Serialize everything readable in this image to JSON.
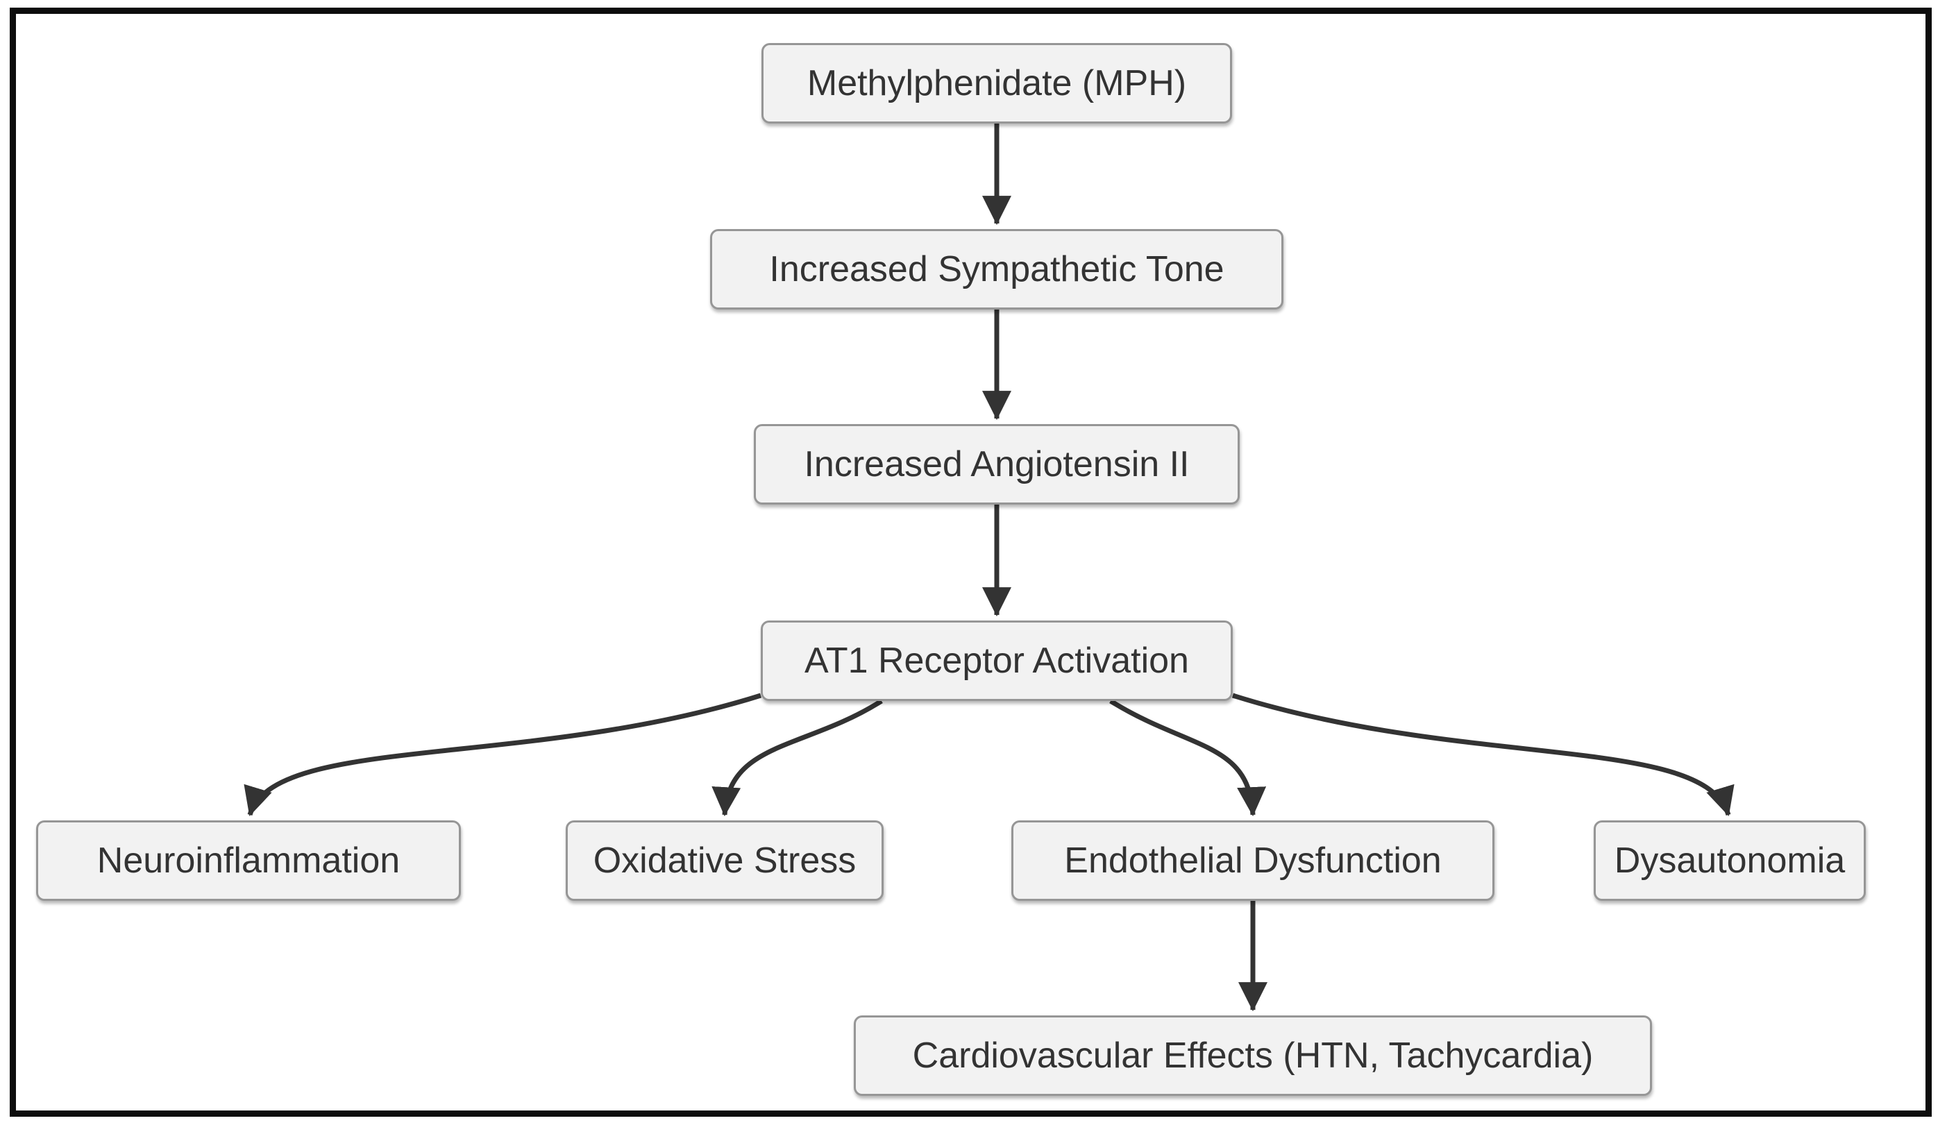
{
  "diagram": {
    "type": "flowchart-top-down",
    "colors": {
      "background": "#ffffff",
      "frame_border": "#0d0d0d",
      "node_fill": "#f2f2f2",
      "node_border": "#969696",
      "node_text": "#333333",
      "arrow": "#333333"
    },
    "nodes": [
      {
        "id": "mph",
        "label": "Methylphenidate (MPH)"
      },
      {
        "id": "sympathetic",
        "label": "Increased Sympathetic Tone"
      },
      {
        "id": "angiotensin",
        "label": "Increased Angiotensin II"
      },
      {
        "id": "at1",
        "label": "AT1 Receptor Activation"
      },
      {
        "id": "neuro",
        "label": "Neuroinflammation"
      },
      {
        "id": "oxidative",
        "label": "Oxidative Stress"
      },
      {
        "id": "endothelial",
        "label": "Endothelial Dysfunction"
      },
      {
        "id": "dysautonomia",
        "label": "Dysautonomia"
      },
      {
        "id": "cardio",
        "label": "Cardiovascular Effects (HTN, Tachycardia)"
      }
    ],
    "edges": [
      {
        "from": "mph",
        "to": "sympathetic"
      },
      {
        "from": "sympathetic",
        "to": "angiotensin"
      },
      {
        "from": "angiotensin",
        "to": "at1"
      },
      {
        "from": "at1",
        "to": "neuro"
      },
      {
        "from": "at1",
        "to": "oxidative"
      },
      {
        "from": "at1",
        "to": "endothelial"
      },
      {
        "from": "at1",
        "to": "dysautonomia"
      },
      {
        "from": "endothelial",
        "to": "cardio"
      }
    ]
  }
}
